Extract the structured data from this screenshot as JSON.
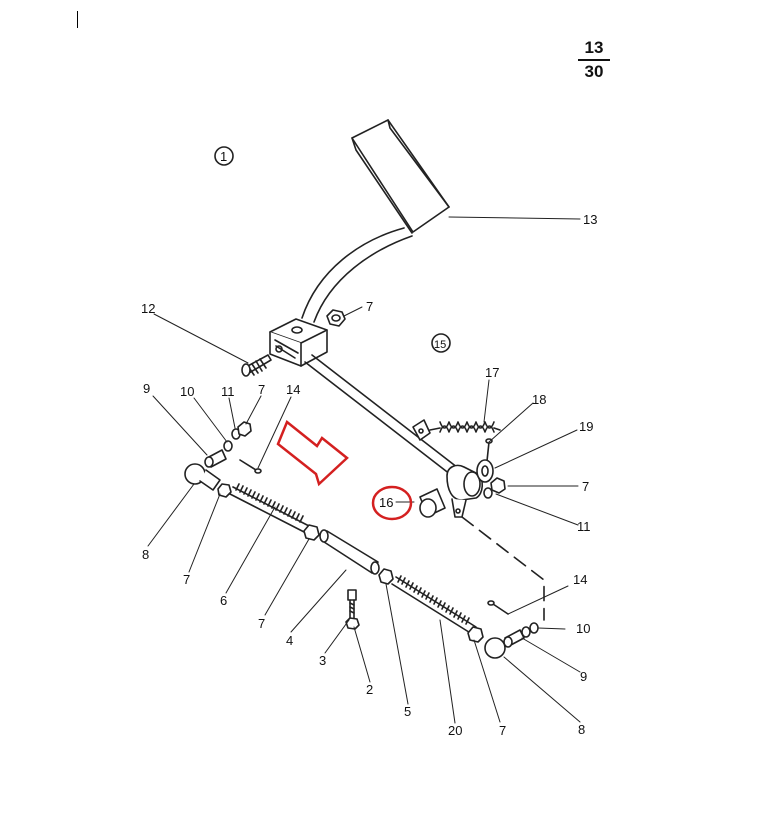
{
  "page_number": {
    "top": "13",
    "bottom": "30"
  },
  "assembly_markers": {
    "pedal": "1",
    "link": "15"
  },
  "callouts": {
    "pedal_pad": "13",
    "bolt": "12",
    "nut_top": "7",
    "spring": "17",
    "cotter_pin_upper": "18",
    "washer_right": "19",
    "nut_right": "7",
    "washer_lower_right": "11",
    "bushing": "16",
    "ball_socket_left": "9",
    "washer_left": "10",
    "lockwasher_left": "11",
    "nut_left_top": "7",
    "cotter_pin_left": "14",
    "ball_joint_left": "8",
    "nut_left_low": "7",
    "threaded_rod_left": "6",
    "nut_mid": "7",
    "sleeve": "4",
    "screw": "3",
    "nut_screw": "2",
    "lock_nut_mid": "5",
    "threaded_rod_right": "20",
    "nut_bottom_right": "7",
    "ball_joint_right": "8",
    "cotter_pin_right": "14",
    "washer_far_right": "10",
    "ball_socket_right": "9"
  },
  "highlight": {
    "color": "#d42020",
    "target": "16"
  }
}
